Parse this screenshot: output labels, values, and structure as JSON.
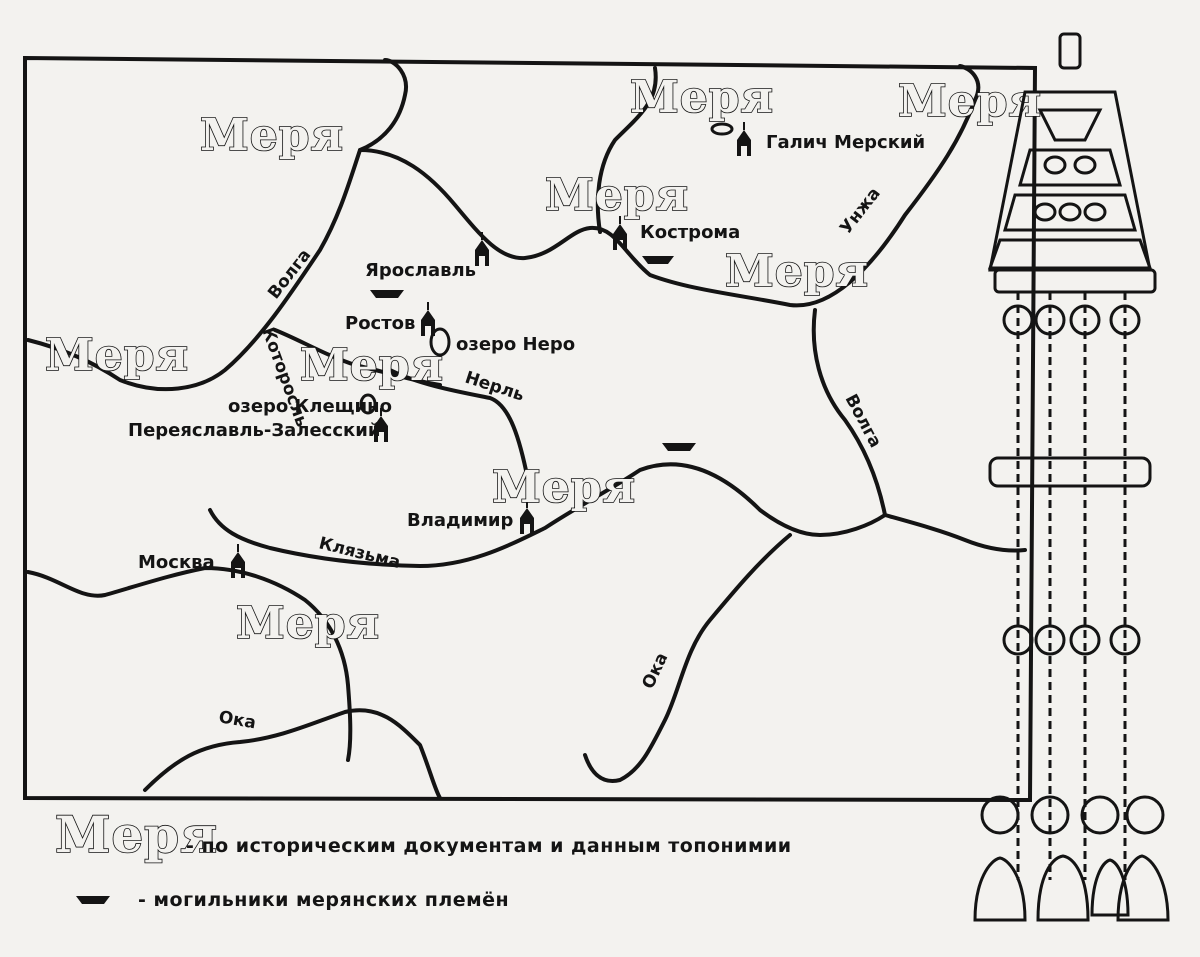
{
  "tribes": {
    "t1": "Меря",
    "t2": "Меря",
    "t3": "Меря",
    "t4": "Меря",
    "t5": "Меря",
    "t6": "Меря",
    "t7": "Меря",
    "t8": "Меря",
    "t9": "Меря"
  },
  "places": {
    "galich": "Галич Мерский",
    "kostroma": "Кострома",
    "yaroslavl": "Ярославль",
    "rostov": "Ростов",
    "nero": "озеро Неро",
    "kleshchino": "озеро Клещино",
    "pereslavl": "Переяславль-Залесский",
    "vladimir": "Владимир",
    "moskva": "Москва"
  },
  "rivers": {
    "volga_west": "Волга",
    "kotorosl": "Которосль",
    "nerl": "Нерль",
    "unzha": "Унжа",
    "volga_east": "Волга",
    "klyazma": "Клязьма",
    "oka_east": "Ока",
    "oka_south": "Ока"
  },
  "legend": {
    "tribe_word": "Меря",
    "tribe_desc": "- по историческим документам и данным топонимии",
    "burial_desc": "- могильники мерянских племён"
  }
}
